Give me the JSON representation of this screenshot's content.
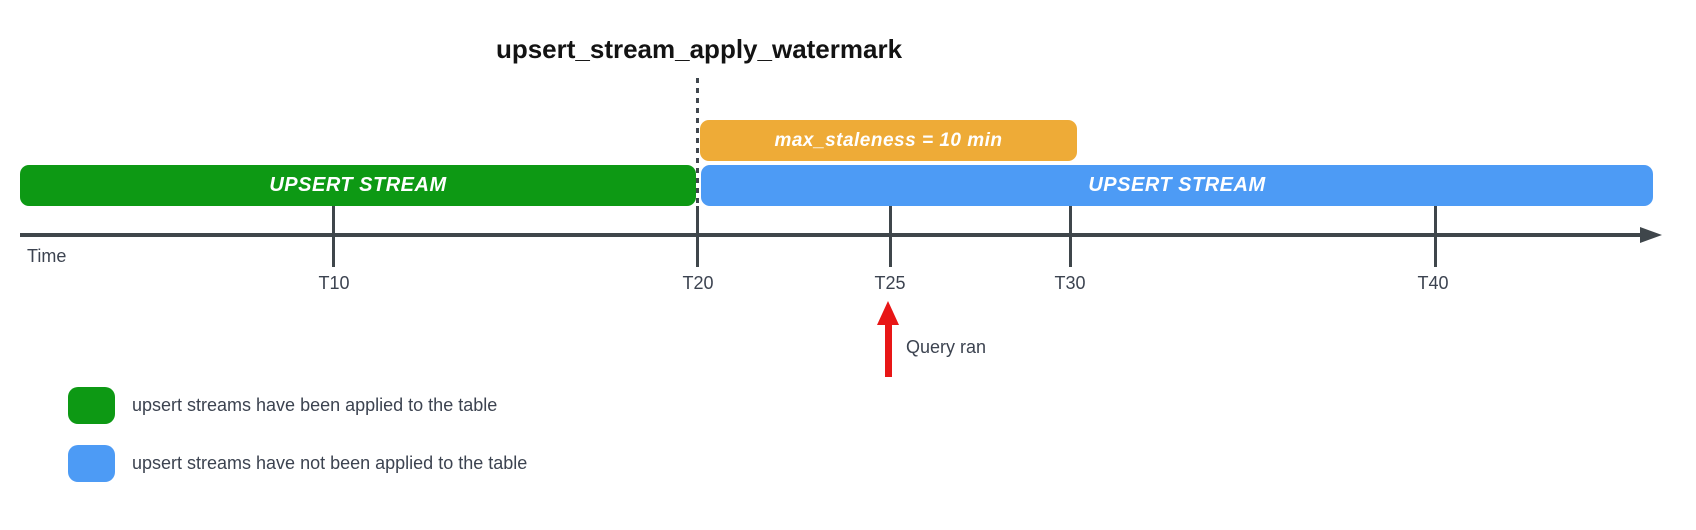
{
  "title": "upsert_stream_apply_watermark",
  "colors": {
    "green": "#0d9914",
    "blue": "#4d9bf5",
    "orange": "#eeab37",
    "axis": "#3f464b",
    "red": "#e81616",
    "label_text": "#3c4350",
    "bar_text": "#ffffff"
  },
  "bars": {
    "staleness": {
      "label": "max_staleness = 10 min"
    },
    "applied": {
      "label": "UPSERT STREAM"
    },
    "not_applied": {
      "label": "UPSERT STREAM"
    }
  },
  "timeline": {
    "axis_label": "Time",
    "ticks": [
      {
        "label": "T10"
      },
      {
        "label": "T20"
      },
      {
        "label": "T25"
      },
      {
        "label": "T30"
      },
      {
        "label": "T40"
      }
    ]
  },
  "annotation": {
    "query_label": "Query ran"
  },
  "legend": [
    {
      "swatch": "green",
      "label": "upsert streams have been applied to the table"
    },
    {
      "swatch": "blue",
      "label": "upsert streams have not been applied to the table"
    }
  ]
}
